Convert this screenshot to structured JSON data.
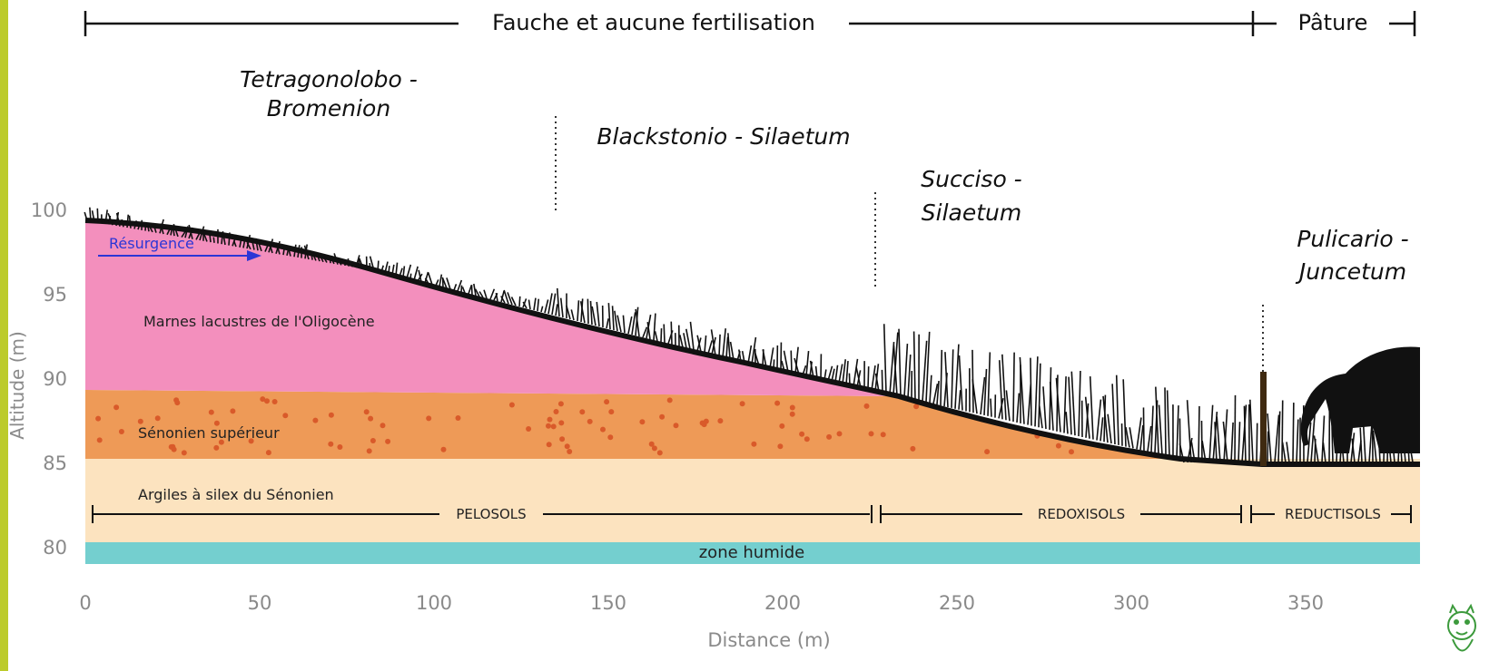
{
  "colors": {
    "left_stripe": "#bccb2b",
    "marnes": "#f38fbd",
    "senonien": "#ee9a57",
    "dots": "#d95a2a",
    "argiles": "#fce3bf",
    "zone_humide": "#74cfcf",
    "ground": "#111111",
    "arrow": "#2c36d6",
    "axis_text": "#8a8a8a",
    "logo": "#3c9a3c"
  },
  "top_bar": {
    "fauche": "Fauche et aucune fertilisation",
    "pature": "Pâture"
  },
  "associations": {
    "tetragonolobo_1": "Tetragonolobo -",
    "tetragonolobo_2": "Bromenion",
    "blackstonio": "Blackstonio - Silaetum",
    "succiso_1": "Succiso -",
    "succiso_2": "Silaetum",
    "pulicario_1": "Pulicario -",
    "pulicario_2": "Juncetum"
  },
  "layers": {
    "resurgence": "Résurgence",
    "marnes": "Marnes lacustres de l'Oligocène",
    "senonien": "Sénonien supérieur",
    "argiles": "Argiles à silex du Sénonien",
    "zone_humide": "zone humide"
  },
  "soils": {
    "pelosols": "PELOSOLS",
    "redoxisols": "REDOXISOLS",
    "reductisols": "REDUCTISOLS"
  },
  "axes": {
    "ylabel": "Altitude (m)",
    "xlabel": "Distance (m)",
    "y_ticks": [
      "100",
      "95",
      "90",
      "85",
      "80"
    ],
    "x_ticks": [
      "0",
      "50",
      "100",
      "150",
      "200",
      "250",
      "300",
      "350"
    ]
  }
}
